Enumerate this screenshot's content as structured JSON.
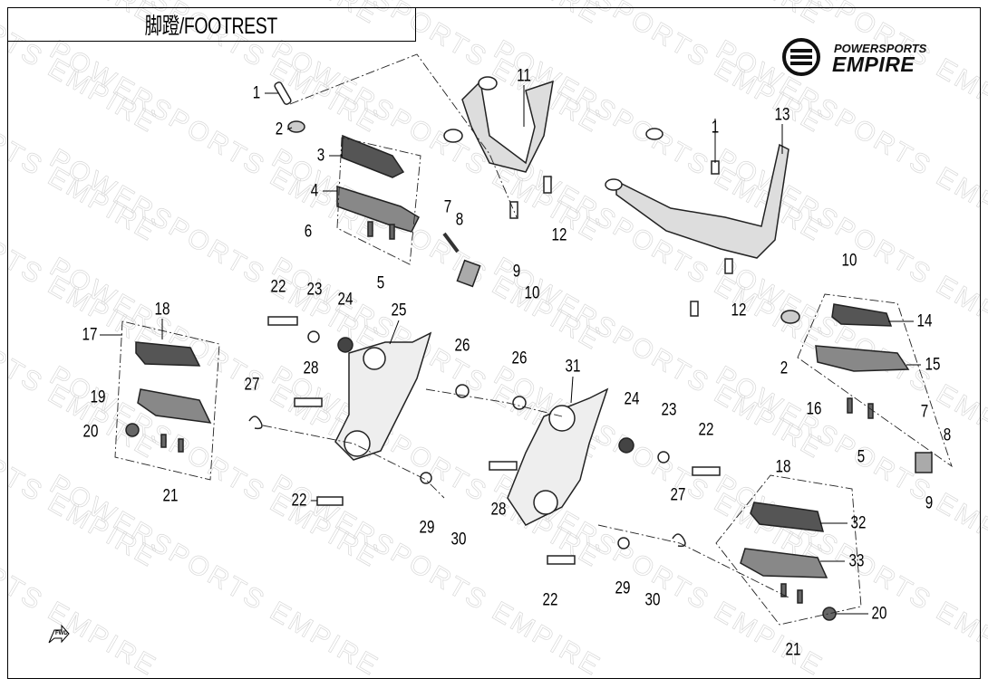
{
  "title": "脚蹬/FOOTREST",
  "logo": {
    "line1": "POWERSPORTS",
    "line2": "EMPIRE"
  },
  "watermark": "POWERSPORTS EMPIRE",
  "fwd_label": "FWD",
  "callouts": [
    "1",
    "2",
    "3",
    "4",
    "6",
    "5",
    "7",
    "8",
    "9",
    "10",
    "11",
    "12",
    "13",
    "1",
    "10",
    "12",
    "14",
    "2",
    "15",
    "16",
    "7",
    "8",
    "5",
    "9",
    "22",
    "23",
    "24",
    "25",
    "26",
    "28",
    "27",
    "18",
    "17",
    "19",
    "20",
    "21",
    "22",
    "29",
    "30",
    "26",
    "31",
    "24",
    "23",
    "22",
    "28",
    "27",
    "18",
    "32",
    "33",
    "20",
    "21",
    "22",
    "29",
    "30"
  ]
}
